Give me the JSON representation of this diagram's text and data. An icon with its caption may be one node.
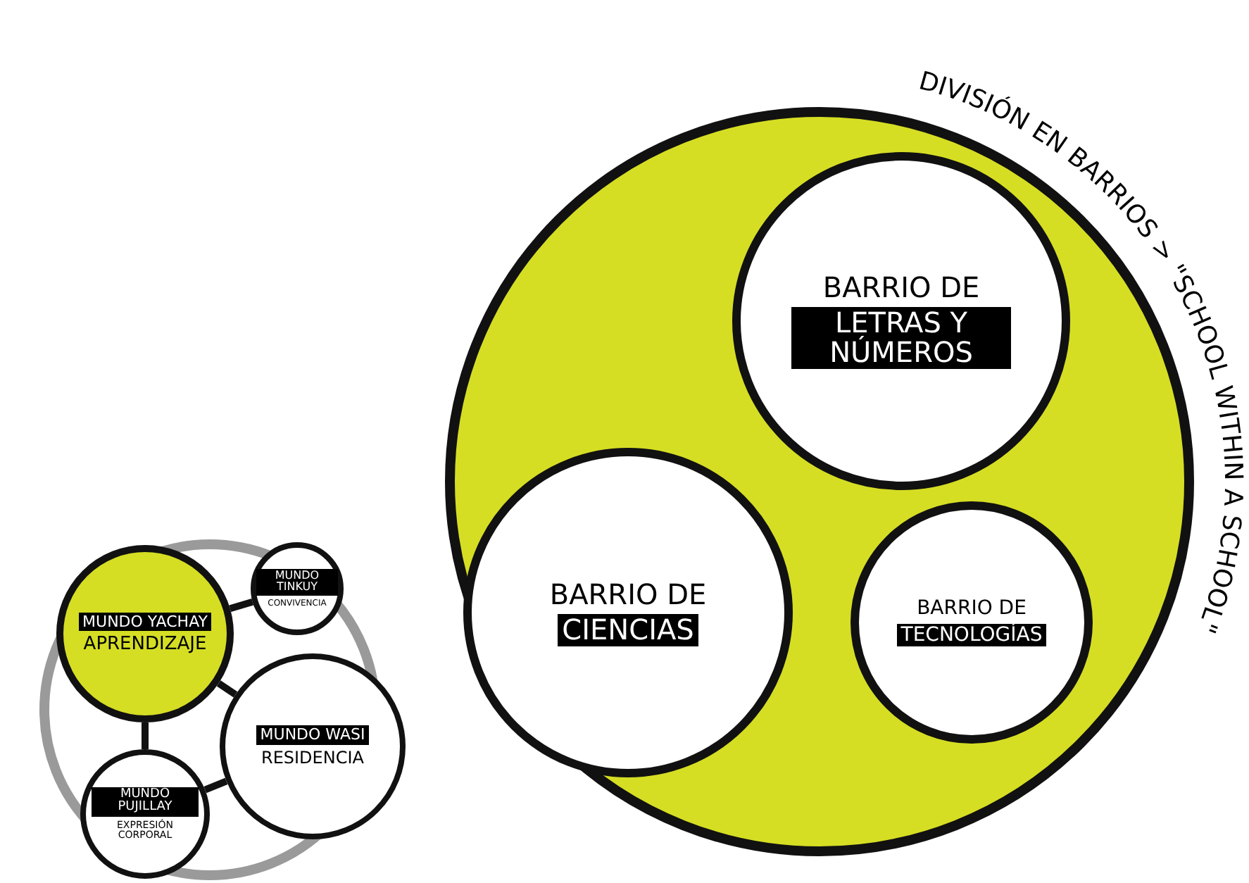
{
  "diagram": {
    "nodes": [
      {
        "text": [],
        "shape": "circle"
      },
      {
        "text": [
          "MUNDO YACHAY",
          "APRENDIZAJE"
        ],
        "in": 0
      },
      {
        "text": [
          "MUNDO TINKUY",
          "CONVIVENCIA"
        ],
        "in": 0
      },
      {
        "text": [
          "MUNDO WASI",
          "RESIDENCIA"
        ],
        "in": 0
      },
      {
        "text": [
          "MUNDO PUJILLAY",
          "EXPRESIÓN CORPORAL"
        ],
        "in": 0
      },
      {
        "text": [],
        "shape": "circle",
        "beside": [
          "DIVISIÓN EN BARRIOS > \"SCHOOL WITHIN A SCHOOL\""
        ]
      },
      {
        "text": [
          "BARRIO DE",
          "LETRAS Y NÚMEROS"
        ],
        "in": 5
      },
      {
        "text": [
          "BARRIO DE",
          "CIENCIAS"
        ],
        "in": 5
      },
      {
        "text": [
          "BARRIO DE",
          "TECNOLOGÍAS"
        ],
        "in": 5
      }
    ],
    "edges": [
      {
        "from": 1,
        "to": 2,
        "arrow": "none"
      },
      {
        "from": 1,
        "to": 3,
        "arrow": "none"
      },
      {
        "from": 1,
        "to": 4,
        "arrow": "none"
      },
      {
        "from": 4,
        "to": 3,
        "arrow": "none"
      }
    ]
  }
}
